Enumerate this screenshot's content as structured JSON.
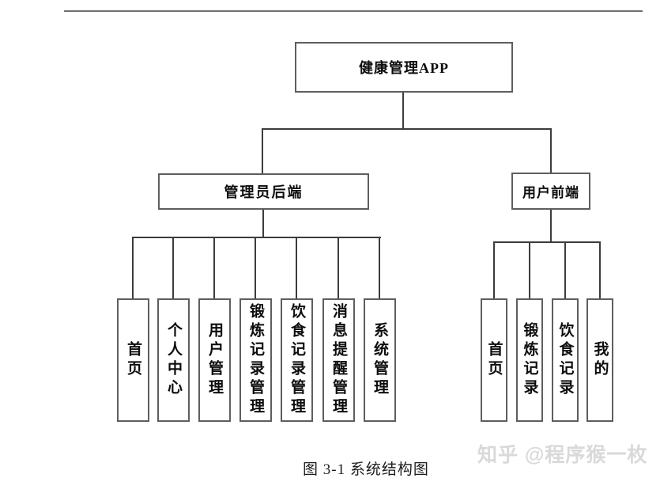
{
  "page": {
    "caption": "图 3-1 系统结构图",
    "watermark": "知乎 @程序猴一枚"
  },
  "diagram": {
    "root": {
      "label": "健康管理APP"
    },
    "branches": [
      {
        "label": "管理员后端",
        "children": [
          "首页",
          "个人中心",
          "用户管理",
          "锻炼记录管理",
          "饮食记录管理",
          "消息提醒管理",
          "系统管理"
        ]
      },
      {
        "label": "用户前端",
        "children": [
          "首页",
          "锻炼记录",
          "饮食记录",
          "我的"
        ]
      }
    ],
    "colors": {
      "connector_line": "#3c3c3c",
      "box_border": "#5e5e5e",
      "text": "#0d0d0d",
      "top_rule": "#707070",
      "watermark": "#d9d9d9",
      "background": "#ffffff"
    }
  }
}
